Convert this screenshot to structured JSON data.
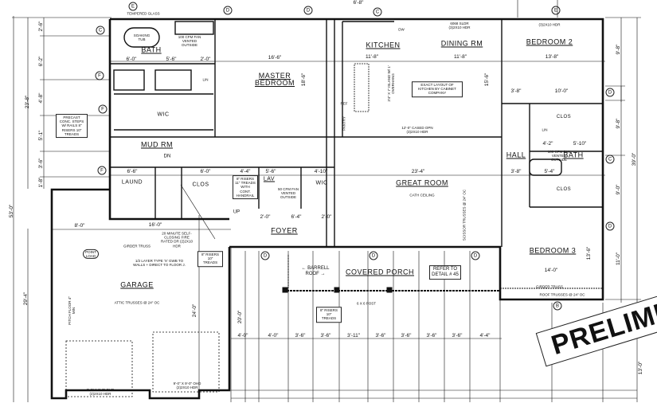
{
  "rooms": {
    "bath1": "BATH",
    "master": "MASTER BEDROOM",
    "kitchen": "KITCHEN",
    "dining": "DINING RM",
    "bedroom2": "BEDROOM 2",
    "mud": "MUD RM",
    "laund": "LAUND",
    "clos1": "CLOS",
    "lav": "LAV",
    "wic1": "WIC",
    "wic2": "WIC",
    "great": "GREAT ROOM",
    "hall": "HALL",
    "bath2": "BATH",
    "clos2": "CLOS",
    "clos3": "CLOS",
    "foyer": "FOYER",
    "garage": "GARAGE",
    "porch": "COVERED PORCH",
    "bedroom3": "BEDROOM 3",
    "lin1": "LIN",
    "lin2": "LIN",
    "ref": "REF",
    "pantry": "PANTRY",
    "dw": "DW"
  },
  "dims": {
    "top_68": "6'-8\"",
    "d166": "16'-6\"",
    "d60a": "6'-0\"",
    "d56a": "5'-6\"",
    "d20a": "2'-0\"",
    "d118a": "11'-8\"",
    "d118b": "11'-8\"",
    "d138": "13'-8\"",
    "d100": "10'-0\"",
    "d38a": "3'-8\"",
    "d234": "23'-4\"",
    "d66": "6'-6\"",
    "d60b": "6'-0\"",
    "d44": "4'-4\"",
    "d56b": "5'-6\"",
    "d410": "4'-10\"",
    "d38b": "3'-8\"",
    "d54": "5'-4\"",
    "d140": "14'-0\"",
    "d80": "8'-0\"",
    "d160": "16'-0\"",
    "d20b": "2'-0\"",
    "d64": "6'-4\"",
    "d20c": "2'-0\"",
    "d510": "5'-10\"",
    "d42": "4'-2\"",
    "l_238": "23'-8\"",
    "l_26": "2'-6\"",
    "l_62": "6'-2\"",
    "l_48": "4'-8\"",
    "l_51": "5'-1\"",
    "l_36": "3'-6\"",
    "l_18": "1'-8\"",
    "l_530": "53'-0\"",
    "l_294": "29'-4\"",
    "r_98a": "9'-8\"",
    "r_98b": "9'-8\"",
    "r_390": "39'-0\"",
    "r_90": "9'-0\"",
    "r_110": "11'-0\"",
    "r_130": "13'-0\"",
    "g_240": "24'-0\"",
    "g_200": "20'-0\"",
    "m_186": "18'-6\"",
    "gr_156": "15'-6\"",
    "b3_136": "13'-6\"",
    "bottom": [
      "4'-0\"",
      "4'-0\"",
      "3'-6\"",
      "3'-6\"",
      "3'-11\"",
      "3'-6\"",
      "3'-6\"",
      "3'-6\"",
      "3'-6\"",
      "4'-4\""
    ]
  },
  "notes": {
    "tempered": "TEMPERED GLASS",
    "tub": "SOAKING TUB",
    "fan1": "100 CFM FAN VENTED OUTSIDE",
    "fan2": "100 CFM FAN VENTED OUTSIDE",
    "fan3": "50 CFM FAN VENTED OUTSIDE",
    "steps": "PRECAST CONC. STEPS W/ RAILS 8\" RISERS 10\" TREADS",
    "kitchen_layout": "EXACT LAYOUT OF KITCHEN BY CABINET COMPANY",
    "island": "3'4\" X 7' ISLAND W/ 1' OVERHANG",
    "cased": "12'-0\" CASED OPN (3)2X10 HDR",
    "cath": "CATH CEILING",
    "sldr": "6068 SLDR (3)2X10 HDR",
    "hdr": "(3)2X10 HDR",
    "fire_door": "20 MINUTE SELF-CLOSING FIRE RATED DR (2)2X10 HDR",
    "girder": "GIRDER TRUSS",
    "girder2": "GIRDER TRUSS",
    "gwb": "1/2 LAYER TYPE 'X' GWB TO WALLS + DIRECT TO FLOOR J.",
    "attic": "ATTIC TRUSSES @ 24\" OC",
    "point_load": "POINT LOAD",
    "ohd1": "8'-0\" X 9'-0\" OHD (2)2X10 HDR",
    "ohd2": "9'-0\" X 9'-0\" OHD (2)2X10 HDR",
    "post": "6 X 6 POST",
    "risers1": "8\" RISERS 10\" TREADS",
    "risers2": "8\" RISERS 10\" TREADS",
    "risers3": "8\" RISERS 11\" TREADS WITH CONT. HANDRAIL",
    "refer": "REFER TO DETAIL # 45",
    "barrell": "← BARRELL ROOF →",
    "dn": "DN",
    "up": "UP",
    "roof_trusses": "ROOF TRUSSES @ 24\" OC",
    "scissor": "SCISSOR TRUSSES @ 24\" OC",
    "slope": "PITCH FLOOR 4\" MIN"
  },
  "grid_bubbles": {
    "e": "E",
    "c": "C",
    "d": "D",
    "f": "F",
    "b": "B"
  },
  "stamp": "PRELIMIN"
}
